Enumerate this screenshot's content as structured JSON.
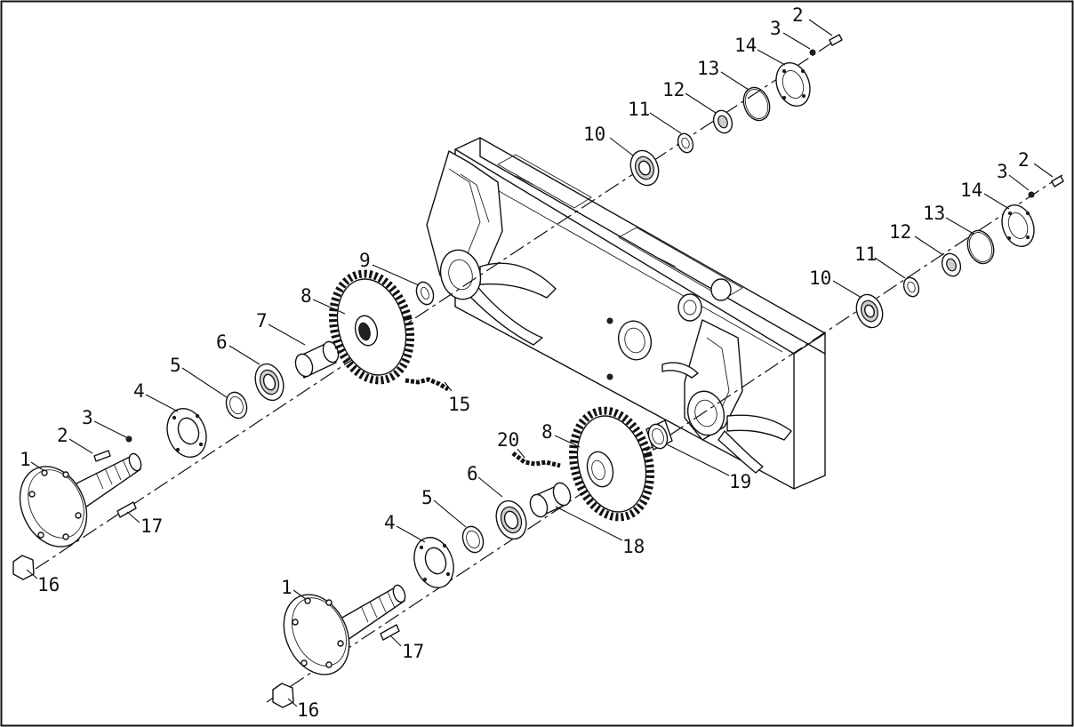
{
  "diagram": {
    "callouts": [
      {
        "id": "c1a",
        "text": "1"
      },
      {
        "id": "c2a",
        "text": "2"
      },
      {
        "id": "c3a",
        "text": "3"
      },
      {
        "id": "c4a",
        "text": "4"
      },
      {
        "id": "c5a",
        "text": "5"
      },
      {
        "id": "c6a",
        "text": "6"
      },
      {
        "id": "c7",
        "text": "7"
      },
      {
        "id": "c8a",
        "text": "8"
      },
      {
        "id": "c9",
        "text": "9"
      },
      {
        "id": "c15",
        "text": "15"
      },
      {
        "id": "c16a",
        "text": "16"
      },
      {
        "id": "c17a",
        "text": "17"
      },
      {
        "id": "c1b",
        "text": "1"
      },
      {
        "id": "c4b",
        "text": "4"
      },
      {
        "id": "c5b",
        "text": "5"
      },
      {
        "id": "c6b",
        "text": "6"
      },
      {
        "id": "c8b",
        "text": "8"
      },
      {
        "id": "c20",
        "text": "20"
      },
      {
        "id": "c18",
        "text": "18"
      },
      {
        "id": "c19",
        "text": "19"
      },
      {
        "id": "c16b",
        "text": "16"
      },
      {
        "id": "c17b",
        "text": "17"
      },
      {
        "id": "c10a",
        "text": "10"
      },
      {
        "id": "c11a",
        "text": "11"
      },
      {
        "id": "c12a",
        "text": "12"
      },
      {
        "id": "c13a",
        "text": "13"
      },
      {
        "id": "c14a",
        "text": "14"
      },
      {
        "id": "c3b",
        "text": "3"
      },
      {
        "id": "c2b",
        "text": "2"
      },
      {
        "id": "c10b",
        "text": "10"
      },
      {
        "id": "c11b",
        "text": "11"
      },
      {
        "id": "c12b",
        "text": "12"
      },
      {
        "id": "c13b",
        "text": "13"
      },
      {
        "id": "c14b",
        "text": "14"
      },
      {
        "id": "c3c",
        "text": "3"
      },
      {
        "id": "c2c",
        "text": "2"
      }
    ]
  }
}
